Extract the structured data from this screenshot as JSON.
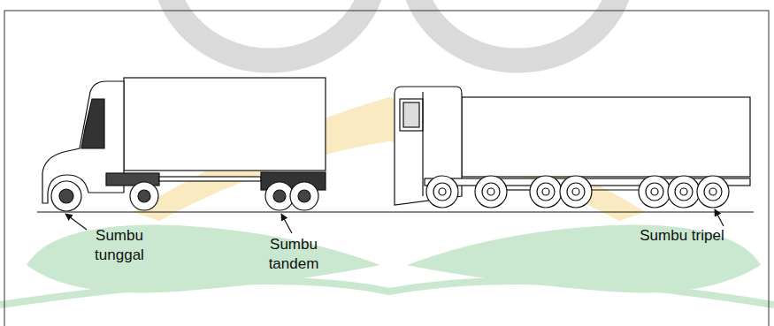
{
  "diagram": {
    "labels": [
      "Sumbu tunggal",
      "Sumbu tandem",
      "Sumbu tripel"
    ]
  }
}
